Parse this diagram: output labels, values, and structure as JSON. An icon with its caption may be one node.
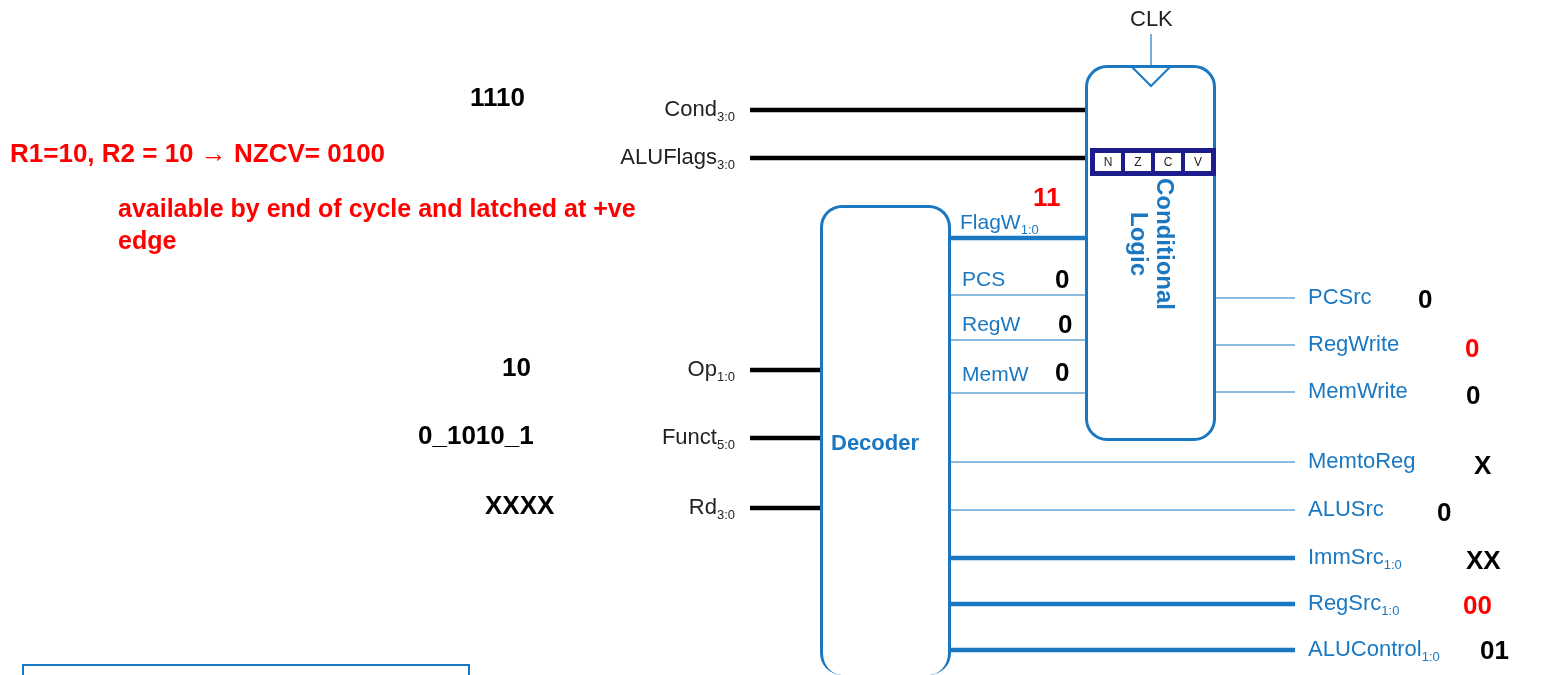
{
  "diagram": {
    "nodes": [
      {
        "text": [
          "CLK"
        ]
      },
      {
        "text": [
          "Conditional Logic"
        ]
      },
      {
        "text": [
          "N",
          "Z",
          "C",
          "V"
        ],
        "in": 1
      },
      {
        "text": [
          "Decoder"
        ]
      },
      {
        "text": [
          "Cond$_{3:0}$"
        ]
      },
      {
        "text": [
          "ALUFlags$_{3:0}$"
        ]
      },
      {
        "text": [
          "Op$_{1:0}$"
        ]
      },
      {
        "text": [
          "Funct$_{5:0}$"
        ]
      },
      {
        "text": [
          "Rd$_{3:0}$"
        ]
      },
      {
        "text": [
          "PCSrc"
        ]
      },
      {
        "text": [
          "RegWrite"
        ]
      },
      {
        "text": [
          "MemWrite"
        ]
      },
      {
        "text": [
          "MemtoReg"
        ]
      },
      {
        "text": [
          "ALUSrc"
        ]
      },
      {
        "text": [
          "ImmSrc$_{1:0}$"
        ]
      },
      {
        "text": [
          "RegSrc$_{1:0}$"
        ]
      },
      {
        "text": [
          "ALUControl$_{1:0}$"
        ]
      },
      {
        "text": [],
        "shape": "box"
      }
    ],
    "edges": [
      {
        "from": 0,
        "to": 1,
        "arrow": "none"
      },
      {
        "from": 4,
        "to": 1,
        "arrow": "none",
        "style": "thick",
        "color": "#000000"
      },
      {
        "from": 5,
        "to": 1,
        "arrow": "none",
        "style": "thick",
        "color": "#000000"
      },
      {
        "from": 3,
        "to": 1,
        "arrow": "none",
        "label": "FlagW$_{1:0}$",
        "style": "thick"
      },
      {
        "from": 3,
        "to": 1,
        "arrow": "none",
        "label": "PCS"
      },
      {
        "from": 3,
        "to": 1,
        "arrow": "none",
        "label": "RegW"
      },
      {
        "from": 3,
        "to": 1,
        "arrow": "none",
        "label": "MemW"
      },
      {
        "from": 6,
        "to": 3,
        "arrow": "none",
        "style": "thick",
        "color": "#000000"
      },
      {
        "from": 7,
        "to": 3,
        "arrow": "none",
        "style": "thick",
        "color": "#000000"
      },
      {
        "from": 8,
        "to": 3,
        "arrow": "none",
        "style": "thick",
        "color": "#000000"
      },
      {
        "from": 1,
        "to": 9,
        "arrow": "none"
      },
      {
        "from": 1,
        "to": 10,
        "arrow": "none"
      },
      {
        "from": 1,
        "to": 11,
        "arrow": "none"
      },
      {
        "from": 3,
        "to": 12,
        "arrow": "none"
      },
      {
        "from": 3,
        "to": 13,
        "arrow": "none"
      },
      {
        "from": 3,
        "to": 14,
        "arrow": "none",
        "style": "thick"
      },
      {
        "from": 3,
        "to": 15,
        "arrow": "none",
        "style": "thick"
      },
      {
        "from": 3,
        "to": 16,
        "arrow": "none",
        "style": "thick"
      }
    ],
    "labels": [
      "1110",
      "R1=10, R2 = 10 → NZCV= 0100",
      "11",
      "available by end of  cycle and latched at +ve edge",
      "0",
      "0",
      "0",
      "0",
      "10",
      "0",
      "0",
      "0_1010_1",
      "X",
      "XXXX",
      "0",
      "XX",
      "00",
      "01"
    ]
  }
}
